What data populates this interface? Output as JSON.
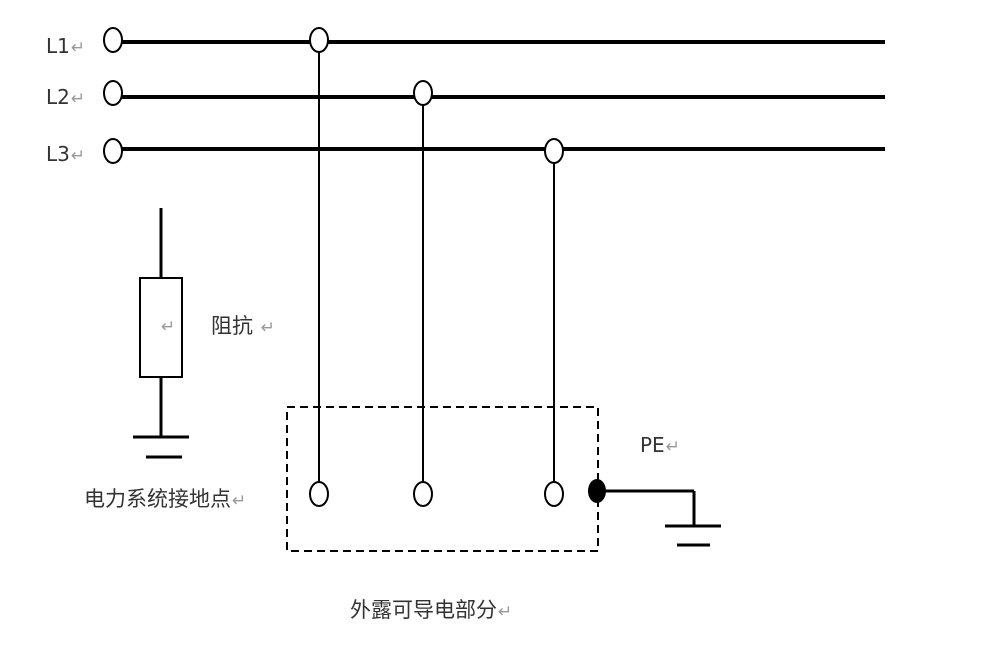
{
  "labels": {
    "l1": "L1",
    "l2": "L2",
    "l3": "L3",
    "impedance": "阻抗",
    "grounding_point": "电力系统接地点",
    "pe": "PE",
    "exposed_part": "外露可导电部分",
    "return_mark": "↵"
  },
  "colors": {
    "line": "#000000",
    "text": "#333333",
    "return_mark": "#9a9a9a"
  }
}
